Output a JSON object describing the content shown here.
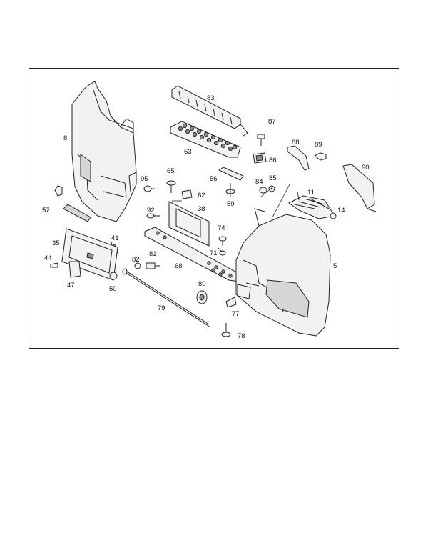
{
  "diagram": {
    "callouts": [
      "83",
      "8",
      "87",
      "88",
      "89",
      "53",
      "86",
      "90",
      "65",
      "95",
      "56",
      "85",
      "84",
      "11",
      "62",
      "59",
      "14",
      "57",
      "92",
      "38",
      "74",
      "41",
      "35",
      "71",
      "82",
      "81",
      "5",
      "44",
      "68",
      "47",
      "50",
      "80",
      "79",
      "77",
      "78"
    ]
  },
  "colors": {
    "stroke": "#222222",
    "part_fill": "#f2f2f2",
    "dark_fill": "#8f8f8f"
  }
}
